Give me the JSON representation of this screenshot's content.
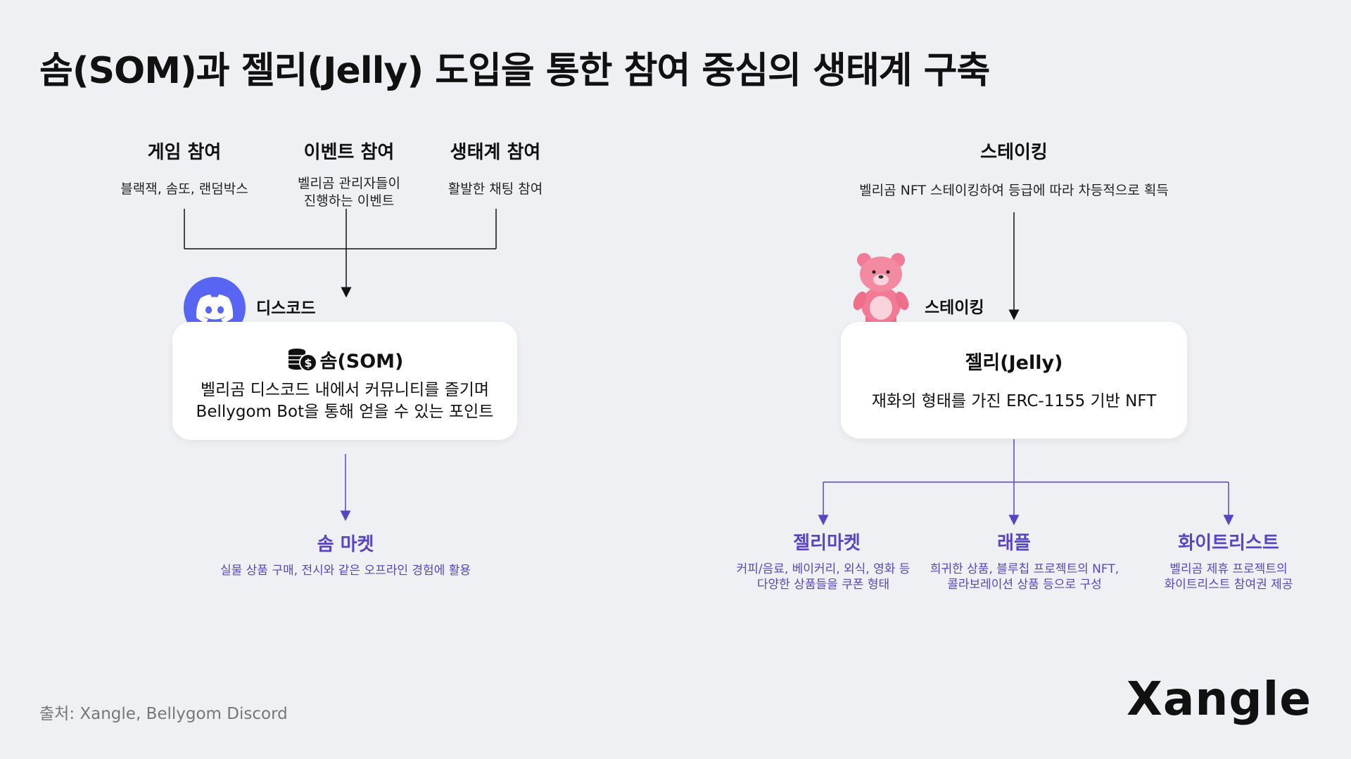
{
  "title": "솜(SOM)과 젤리(Jelly) 도입을 통한 참여 중심의 생태계 구축",
  "left": {
    "sources": [
      {
        "title": "게임 참여",
        "desc_lines": [
          "블랙잭, 솜또, 랜덤박스"
        ]
      },
      {
        "title": "이벤트 참여",
        "desc_lines": [
          "벨리곰 관리자들이",
          "진행하는 이벤트"
        ]
      },
      {
        "title": "생태계 참여",
        "desc_lines": [
          "활발한 채팅 참여"
        ]
      }
    ],
    "platform_label": "디스코드",
    "platform_icon": "discord-icon",
    "card": {
      "icon": "coins-icon",
      "title": "솜(SOM)",
      "desc_lines": [
        "벨리곰 디스코드 내에서 커뮤니티를 즐기며",
        "Bellygom Bot을 통해 얻을 수 있는 포인트"
      ]
    },
    "outcome": {
      "title": "솜 마켓",
      "desc_lines": [
        "실물 상품 구매, 전시와 같은 오프라인 경험에 활용"
      ]
    }
  },
  "right": {
    "source": {
      "title": "스테이킹",
      "desc_lines": [
        "벨리곰 NFT 스테이킹하여 등급에 따라 차등적으로 획득"
      ]
    },
    "mascot_icon": "bellygom-bear-icon",
    "mascot_label": "스테이킹",
    "card": {
      "title": "젤리(Jelly)",
      "desc_lines": [
        "재화의 형태를 가진 ERC-1155 기반 NFT"
      ]
    },
    "outcomes": [
      {
        "title": "젤리마켓",
        "desc_lines": [
          "커피/음료, 베이커리, 외식, 영화 등",
          "다양한 상품들을 쿠폰 형태"
        ]
      },
      {
        "title": "래플",
        "desc_lines": [
          "희귀한 상품, 블루칩 프로젝트의 NFT,",
          "콜라보레이션 상품 등으로 구성"
        ]
      },
      {
        "title": "화이트리스트",
        "desc_lines": [
          "벨리곰 제휴 프로젝트의",
          "화이트리스트 참여권 제공"
        ]
      }
    ]
  },
  "footer": {
    "source": "출처: Xangle, Bellygom Discord",
    "logo": "Xangle"
  },
  "colors": {
    "background": "#eff0f4",
    "accent_purple": "#5a44c6",
    "discord_blue": "#5865f2",
    "bear_pink": "#f27a95"
  }
}
